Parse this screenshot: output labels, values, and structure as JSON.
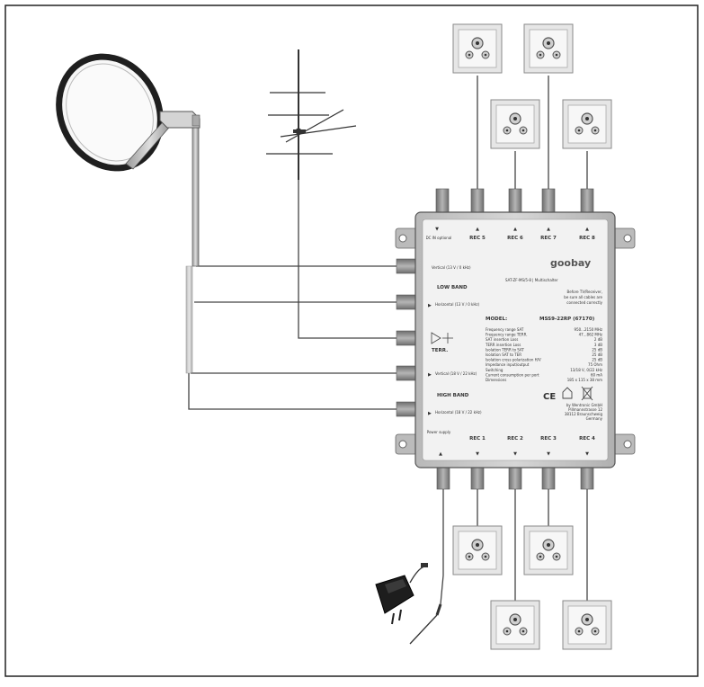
{
  "colors": {
    "frame": "#222222",
    "cable": "#444444",
    "switch_body": "#c9c9c9",
    "switch_panel": "#f2f2f2",
    "connector": "#8a8a8a",
    "outlet": "#ececec",
    "dish": "#2a2a2a"
  },
  "switch": {
    "brand": "goobay",
    "model_line": "SAT-ZF-MS/5-8 | Multischalter",
    "model_label": "MODEL:",
    "model_value": "MSS9-22RP (67170)",
    "top_power_label": "DC IN optional",
    "top_ports": [
      "REC 5",
      "REC 6",
      "REC 7",
      "REC 8"
    ],
    "bottom_power_label": "Power supply",
    "bottom_ports": [
      "REC 1",
      "REC 2",
      "REC 3",
      "REC 4"
    ],
    "low_band": "LOW BAND",
    "high_band": "HIGH BAND",
    "terr": "TERR.",
    "input_h_low": "Horizontal (13 V / 0 kHz)",
    "input_v_low": "Vertical (13 V / 0 kHz)",
    "input_h_high": "Horizontal (18 V / 22 kHz)",
    "input_v_high": "Vertical (18 V / 22 kHz)",
    "warnings": [
      "Before TV/Receiver,",
      "be sure all cables are",
      "connected correctly"
    ],
    "specs": [
      {
        "k": "Frequency range SAT",
        "v": "950...2150 MHz"
      },
      {
        "k": "Frequency range TERR.",
        "v": "47...862 MHz"
      },
      {
        "k": "SAT insertion Loss",
        "v": "2 dB"
      },
      {
        "k": "TERR insertion Loss",
        "v": "3 dB"
      },
      {
        "k": "Isolation TERR to SAT",
        "v": "25 dB"
      },
      {
        "k": "Isolation SAT to TER",
        "v": "25 dB"
      },
      {
        "k": "Isolation cross polarization H/V",
        "v": "25 dB"
      },
      {
        "k": "Impedance input/output",
        "v": "75 Ohm"
      },
      {
        "k": "Switching",
        "v": "13/18 V, 0/22 kHz"
      },
      {
        "k": "Current consumption per port",
        "v": "60 mA"
      },
      {
        "k": "Dimensions",
        "v": "185 x 115 x 38 mm"
      }
    ],
    "address": [
      "by Wentronic GmbH",
      "Pillmannstrasse 12",
      "38112 Braunschweig",
      "Germany"
    ],
    "ce_mark": "CE"
  }
}
